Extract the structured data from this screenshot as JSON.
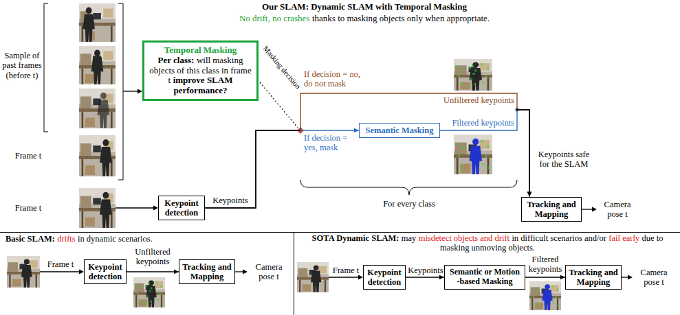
{
  "diagram": {
    "title": "Our SLAM: Dynamic SLAM with Temporal Masking",
    "nodes": [
      {
        "text": [
          "Temporal Masking",
          "Per class:",
          "will masking objects of this class in frame t",
          "improve SLAM performance?"
        ]
      },
      {
        "text": [
          "Keypoint detection"
        ]
      },
      {
        "text": [
          "Semantic Masking"
        ]
      },
      {
        "text": [
          "Tracking and Mapping"
        ]
      },
      {
        "text": [
          "Keypoint detection"
        ]
      },
      {
        "text": [
          "Tracking and Mapping"
        ]
      },
      {
        "text": [
          "Keypoint detection"
        ]
      },
      {
        "text": [
          "Semantic or Motion -based Masking"
        ]
      },
      {
        "text": [
          "Tracking and Mapping"
        ]
      }
    ],
    "edges": [
      {
        "from": 1,
        "to": 2,
        "arrow": "to"
      },
      {
        "from": 1,
        "to": 3,
        "label": "Unfiltered keypoints",
        "arrow": "to"
      },
      {
        "from": 2,
        "to": 3,
        "label": "Filtered keypoints",
        "arrow": "to"
      },
      {
        "from": 4,
        "to": 5,
        "label": "Unfiltered keypoints",
        "arrow": "to"
      },
      {
        "from": 6,
        "to": 7,
        "label": "Keypoints",
        "arrow": "to"
      },
      {
        "from": 7,
        "to": 8,
        "label": "Filtered keypoints",
        "arrow": "to"
      }
    ],
    "labels": [
      "No drift, no crashes",
      "thanks to masking objects only when appropriate.",
      "Sample of past frames (before t)",
      "Frame t",
      "Frame t",
      "Masking decision",
      "Keypoints",
      "If decision = no, do not mask",
      "If decision = yes, mask",
      "For every class",
      "Keypoints safe for the SLAM",
      "Camera pose t",
      "Basic SLAM:",
      "drifts",
      "in dynamic scenarios.",
      "Frame t",
      "Camera pose t",
      "SOTA Dynamic SLAM:",
      "may",
      "misdetect objects and drift",
      "in difficult scenarios and/or",
      "fail early",
      "due to masking unmoving objects.",
      "Frame t",
      "Camera pose t"
    ]
  }
}
